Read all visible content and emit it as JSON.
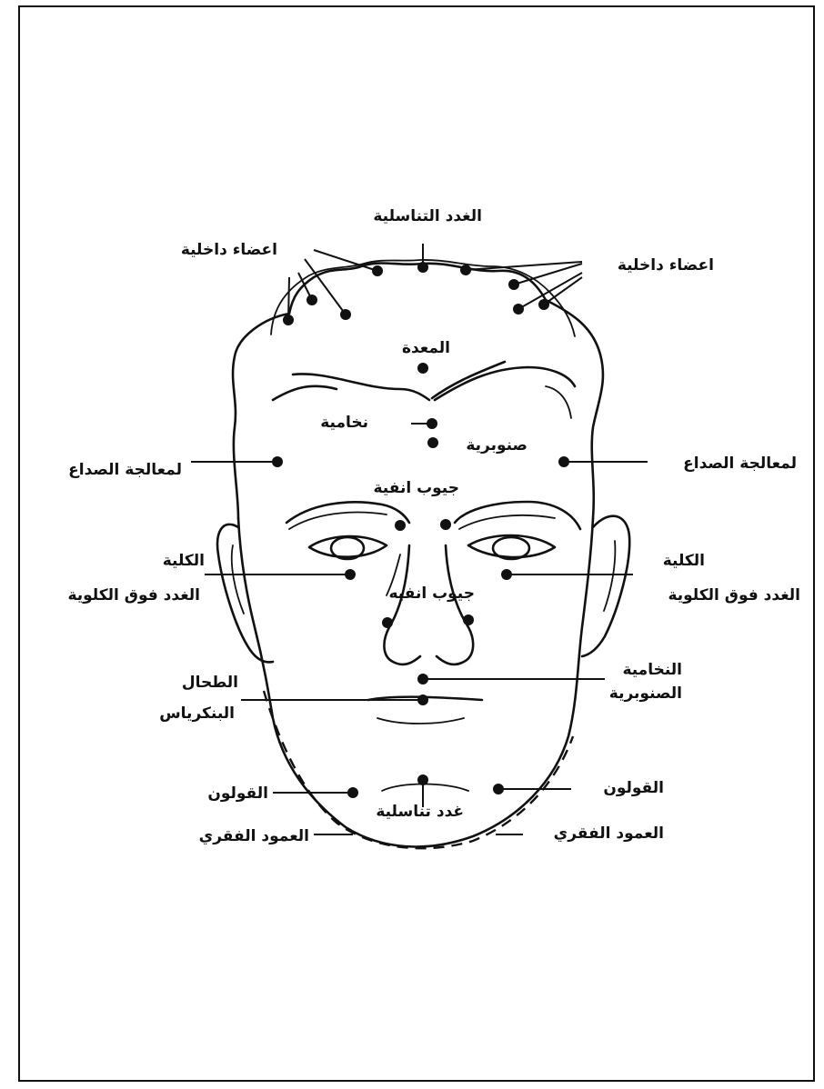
{
  "labels": {
    "gonads_top": "الغدد التناسلية",
    "internal_organs_left": "اعضاء داخلية",
    "internal_organs_right": "اعضاء داخلية",
    "stomach": "المعدة",
    "pituitary": "نخامية",
    "pineal": "صنوبرية",
    "headache_left": "لمعالجة الصداع",
    "headache_right": "لمعالجة الصداع",
    "sinuses_upper": "جيوب انفية",
    "kidney_left": "الكلية",
    "adrenal_left": "الغدد فوق الكلوية",
    "kidney_right": "الكلية",
    "adrenal_right": "الغدد فوق الكلوية",
    "sinuses_lower": "جيوب انفيه",
    "spleen": "الطحال",
    "pancreas": "البنكرياس",
    "pituitary_pineal_1": "النخامية",
    "pituitary_pineal_2": "الصنوبرية",
    "colon_left": "القولون",
    "colon_right": "القولون",
    "gonads_chin": "غدد تناسلية",
    "spine_left": "العمود الفقري",
    "spine_right": "العمود الفقري"
  }
}
